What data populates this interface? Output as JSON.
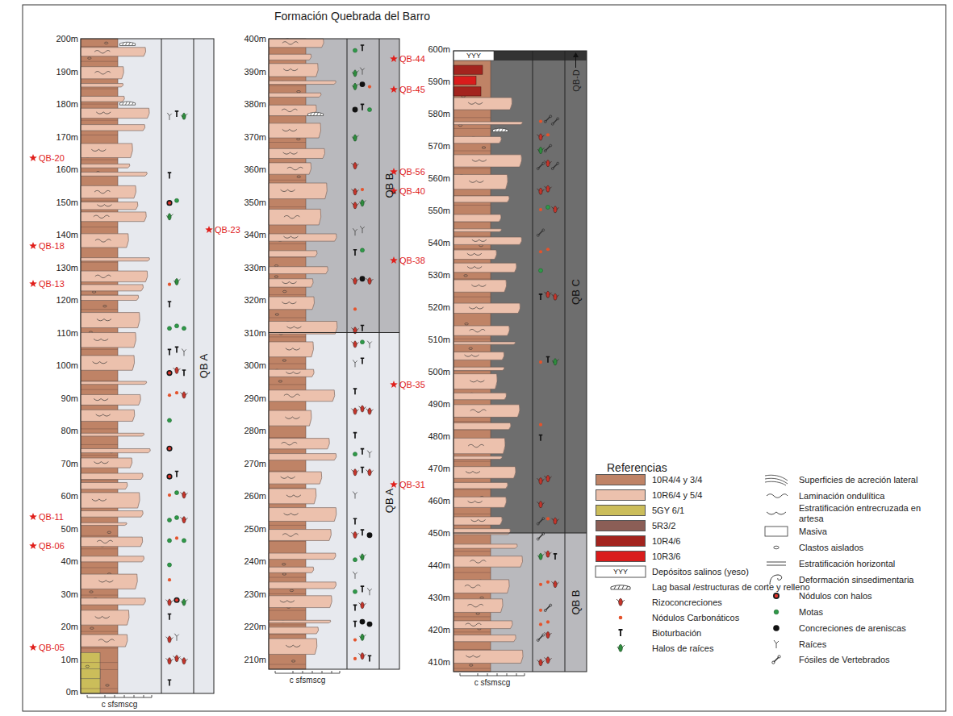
{
  "diagram": {
    "title": "Formación Quebrada del Barro",
    "nodes": [
      {
        "text": [
          "QB A"
        ]
      },
      {
        "text": [
          "QB B"
        ]
      },
      {
        "text": [
          "QB A"
        ]
      },
      {
        "text": [
          "QB C"
        ]
      },
      {
        "text": [
          "QB B"
        ]
      }
    ],
    "labels": [
      "Referencias",
      "0m",
      "10m",
      "20m",
      "30m",
      "40m",
      "50m",
      "60m",
      "70m",
      "80m",
      "90m",
      "100m",
      "110m",
      "120m",
      "130m",
      "140m",
      "150m",
      "160m",
      "170m",
      "180m",
      "190m",
      "200m",
      "210m",
      "220m",
      "230m",
      "240m",
      "250m",
      "260m",
      "270m",
      "280m",
      "290m",
      "300m",
      "310m",
      "320m",
      "330m",
      "340m",
      "350m",
      "360m",
      "370m",
      "380m",
      "390m",
      "400m",
      "410m",
      "420m",
      "430m",
      "440m",
      "450m",
      "460m",
      "470m",
      "480m",
      "490m",
      "500m",
      "510m",
      "520m",
      "530m",
      "540m",
      "550m",
      "560m",
      "570m",
      "580m",
      "590m",
      "600m",
      "QB-05",
      "QB-06",
      "QB-11",
      "QB-13",
      "QB-18",
      "QB-20",
      "QB-23",
      "QB-31",
      "QB-35",
      "QB-38",
      "QB-40",
      "QB-56",
      "QB-45",
      "QB-44",
      "QB-D",
      "YYY",
      "YYY",
      "c sfsmscg",
      "c sfsmscg",
      "c sfsmscg"
    ],
    "legend": [
      {
        "text": "10R4/4 y 3/4",
        "color": "#bf8366"
      },
      {
        "text": "10R6/4 y 5/4",
        "color": "#ecc1ad"
      },
      {
        "text": "5GY 6/1",
        "color": "#cbbd5a"
      },
      {
        "text": "5R3/2",
        "color": "#8b5e56"
      },
      {
        "text": "10R4/6",
        "color": "#a3241e"
      },
      {
        "text": "10R3/6",
        "color": "#d91c1c"
      },
      {
        "text": "Depósitos salinos (yeso)"
      },
      {
        "text": "Lag basal /estructuras de corte y relleno"
      },
      {
        "text": "Rizoconcreciones"
      },
      {
        "text": "Nódulos Carbonáticos"
      },
      {
        "text": "Bioturbación"
      },
      {
        "text": "Halos de raíces"
      },
      {
        "text": "Superficies de  acreción lateral"
      },
      {
        "text": "Laminación ondulítica"
      },
      {
        "text": "Estratificación entrecruzada en artesa"
      },
      {
        "text": "Masiva"
      },
      {
        "text": "Clastos aislados"
      },
      {
        "text": "Estratificación horizontal"
      },
      {
        "text": "Deformación sinsedimentaria"
      },
      {
        "text": "Nódulos con halos"
      },
      {
        "text": "Motas"
      },
      {
        "text": "Concreciones de areniscas"
      },
      {
        "text": "Raíces"
      },
      {
        "text": "Fósiles de Vertebrados"
      }
    ]
  }
}
